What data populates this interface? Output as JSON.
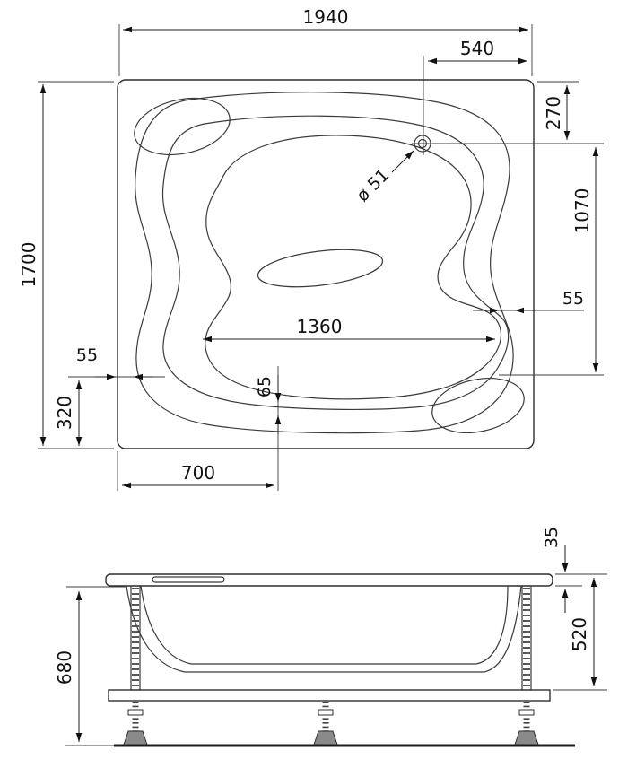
{
  "drawing": {
    "kind": "bathtub technical dimension drawing",
    "plan": {
      "overall_width": "1940",
      "drain_offset_right": "540",
      "drain_offset_top": "270",
      "drain_to_basin_end": "1070",
      "overall_length": "1700",
      "rim_width_right": "55",
      "basin_length": "1360",
      "rim_width_left": "55",
      "corner_offset": "320",
      "basin_rim_gap": "65",
      "basin_offset_left": "700",
      "drain_diameter": "ø 51"
    },
    "elevation": {
      "rim_thickness": "35",
      "body_height": "520",
      "overall_height": "680"
    }
  }
}
